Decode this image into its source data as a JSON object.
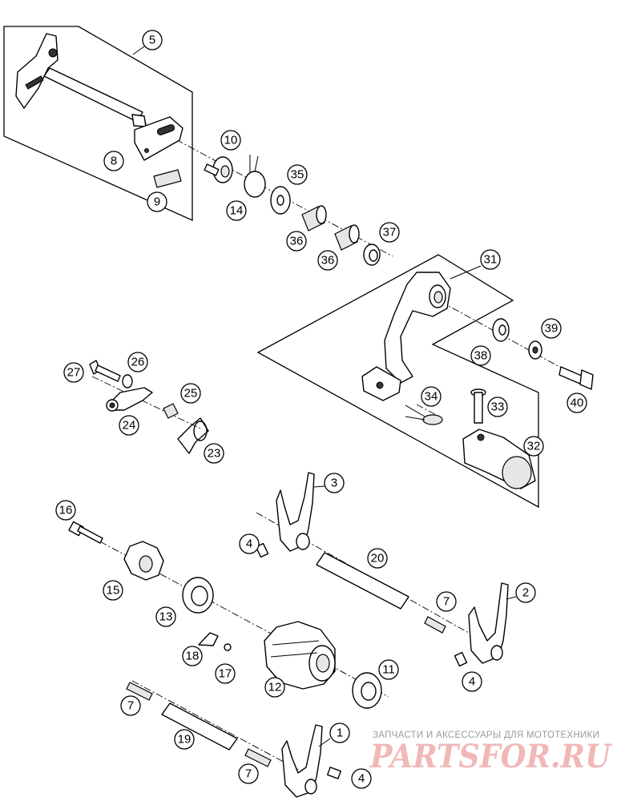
{
  "diagram": {
    "callouts": [
      "1",
      "2",
      "3",
      "4",
      "4",
      "4",
      "5",
      "7",
      "7",
      "7",
      "8",
      "9",
      "10",
      "11",
      "12",
      "13",
      "14",
      "15",
      "16",
      "17",
      "18",
      "19",
      "20",
      "23",
      "24",
      "25",
      "26",
      "27",
      "31",
      "32",
      "33",
      "34",
      "35",
      "36",
      "36",
      "37",
      "38",
      "39",
      "40"
    ]
  },
  "watermark": {
    "tagline": "ЗАПЧАСТИ И АКСЕССУАРЫ ДЛЯ МОТОТЕХНИКИ",
    "brand": "PARTSFOR.RU",
    "colors": {
      "tagline": "#9a9a9a",
      "brand": "#f1b8b8"
    }
  }
}
